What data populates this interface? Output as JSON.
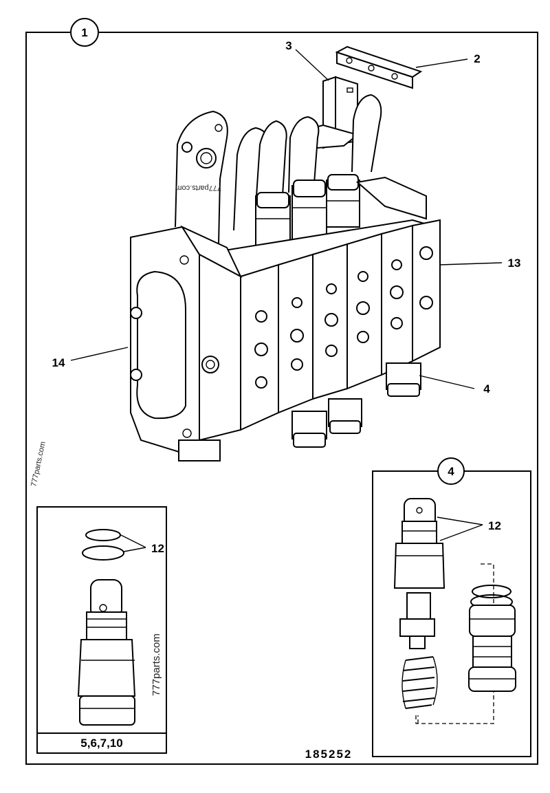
{
  "figure_number": "185252",
  "main_assembly": {
    "circle_label": "1",
    "callouts": [
      {
        "id": "callout-2",
        "label": "2"
      },
      {
        "id": "callout-3",
        "label": "3"
      },
      {
        "id": "callout-4",
        "label": "4"
      },
      {
        "id": "callout-13",
        "label": "13"
      },
      {
        "id": "callout-14",
        "label": "14"
      }
    ]
  },
  "detail_left": {
    "callout_o_rings": "12",
    "caption": "5,6,7,10"
  },
  "detail_right": {
    "circle_label": "4",
    "callout_o_rings": "12"
  },
  "watermarks": [
    "777parts.com",
    "777parts.com",
    "777parts.com"
  ]
}
